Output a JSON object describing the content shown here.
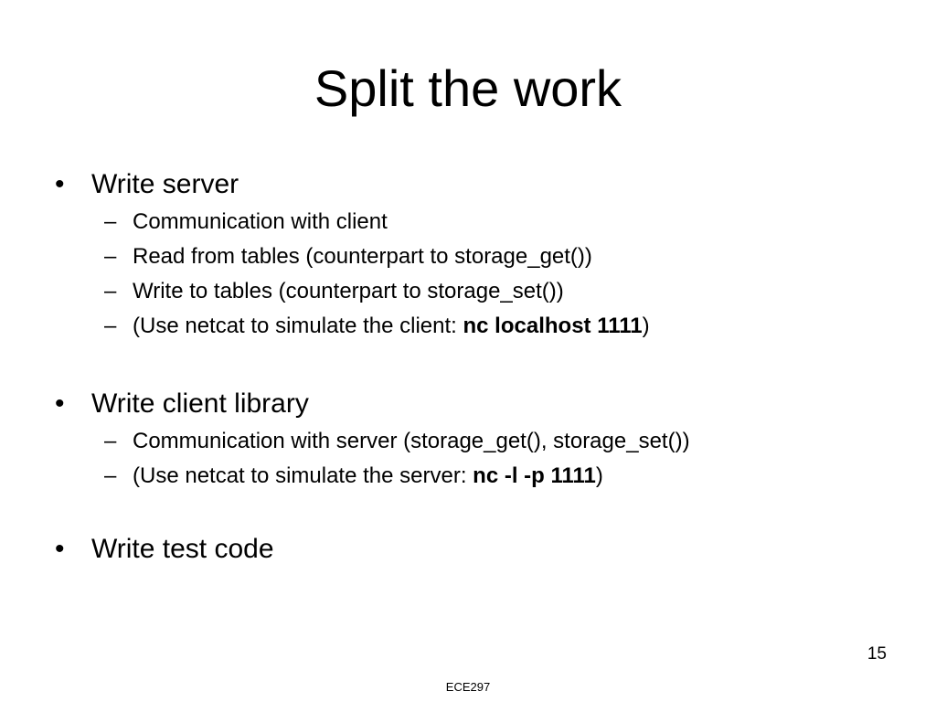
{
  "slide": {
    "title": "Split the work",
    "bullet_mark": "•",
    "sub_mark": "–",
    "bullets": [
      {
        "text": "Write server",
        "subs": [
          {
            "text": "Communication with client"
          },
          {
            "text": "Read from tables (counterpart to storage_get())"
          },
          {
            "text": "Write to tables  (counterpart to storage_set())"
          },
          {
            "pre": "(Use netcat to simulate the client: ",
            "bold": "nc localhost 1111",
            "post": ")"
          }
        ]
      },
      {
        "text": "Write client library",
        "subs": [
          {
            "text": "Communication with server (storage_get(), storage_set())"
          },
          {
            "pre": "(Use netcat to simulate the server: ",
            "bold": "nc -l -p 1111",
            "post": ")"
          }
        ]
      },
      {
        "text": "Write test code",
        "subs": []
      }
    ],
    "page_number": "15",
    "footer": "ECE297"
  }
}
